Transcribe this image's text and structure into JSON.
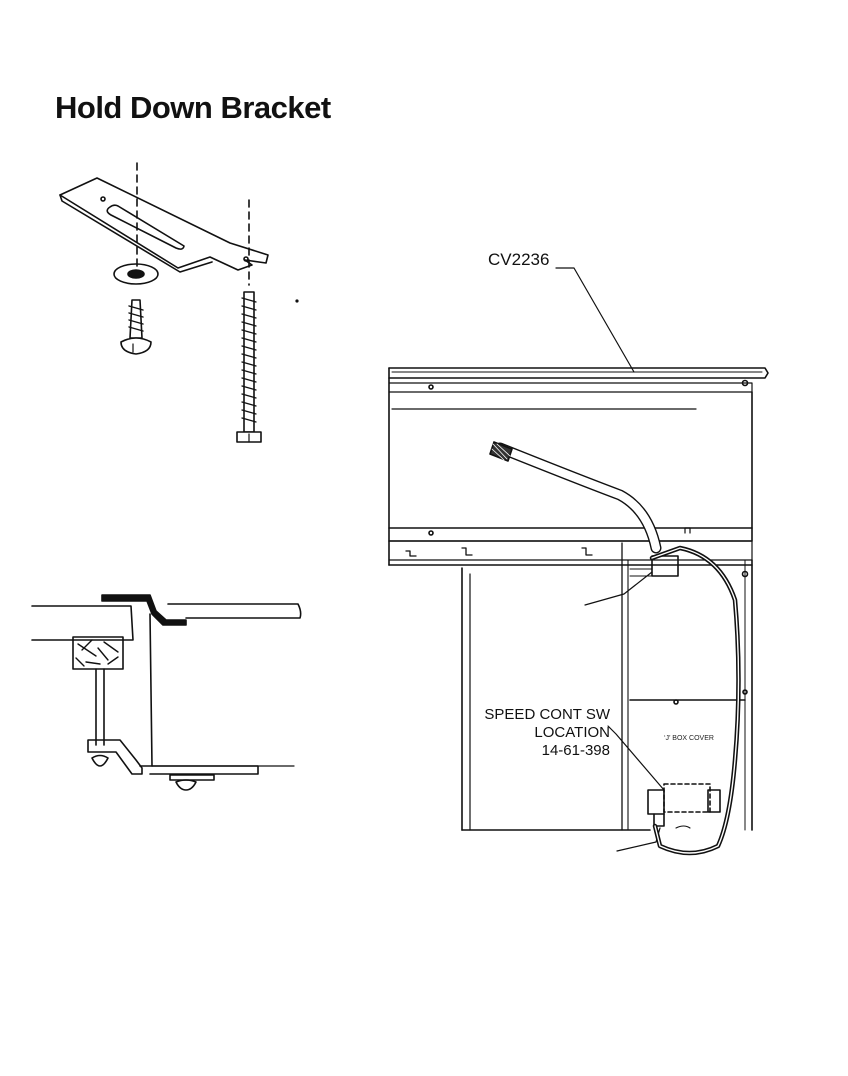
{
  "title": "Hold Down Bracket",
  "callouts": {
    "cover_part": "CV2236",
    "speed_switch": {
      "line1": "SPEED CONT SW",
      "line2": "LOCATION",
      "line3": "14-61-398"
    },
    "tiny_box_text": "‘J’ BOX COVER"
  }
}
